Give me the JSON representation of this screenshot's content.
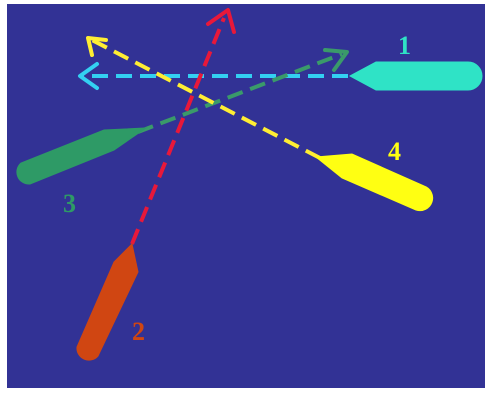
{
  "colors": {
    "border": "#ffffff",
    "background": "#323295"
  },
  "particles": [
    {
      "id": "1",
      "label": "1",
      "color": "#2fe3c6",
      "arrow_color": "#33d0f2"
    },
    {
      "id": "2",
      "label": "2",
      "color": "#d04612",
      "arrow_color": "#e8183a"
    },
    {
      "id": "3",
      "label": "3",
      "color": "#2e9a66",
      "arrow_color": "#3a9a6a"
    },
    {
      "id": "4",
      "label": "4",
      "color": "#ffff12",
      "arrow_color": "#ffee33"
    }
  ]
}
